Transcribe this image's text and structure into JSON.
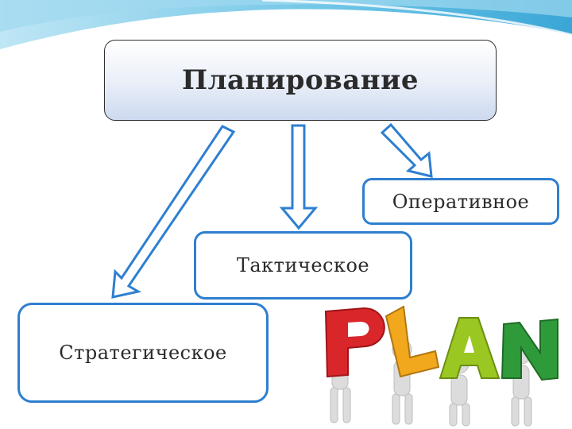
{
  "diagram": {
    "root_label": "Планирование",
    "levels": {
      "operative_label": "Оперативное",
      "tactical_label": "Тактическое",
      "strategic_label": "Стратегическое"
    }
  },
  "illustration": {
    "letters": [
      "P",
      "L",
      "A",
      "N"
    ],
    "letter_colors": [
      "#d9262b",
      "#f2a81d",
      "#9bc723",
      "#2f9a3a"
    ]
  }
}
